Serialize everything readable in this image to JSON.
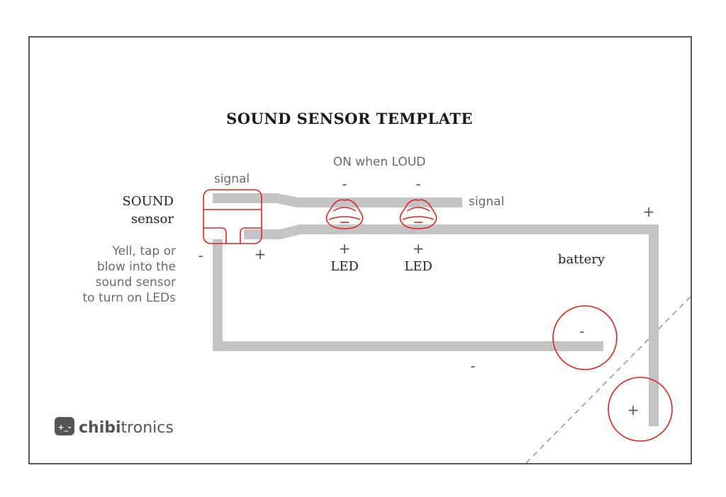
{
  "title": "SOUND SENSOR TEMPLATE",
  "on_when_loud": "ON when LOUD",
  "sensor": {
    "label_line1": "SOUND",
    "label_line2": "sensor",
    "signal_label": "signal",
    "minus": "-",
    "plus": "+",
    "instructions": [
      "Yell, tap or",
      "blow into the",
      "sound sensor",
      "to turn on LEDs"
    ]
  },
  "signal_right_label": "signal",
  "leds": [
    {
      "minus": "-",
      "plus": "+",
      "label": "LED"
    },
    {
      "minus": "-",
      "plus": "+",
      "label": "LED"
    }
  ],
  "battery": {
    "label": "battery",
    "plus_top": "+",
    "minus_circle": "-",
    "plus_circle": "+",
    "minus_trace": "-"
  },
  "logo": {
    "bold": "chibi",
    "regular": "tronics"
  },
  "colors": {
    "trace": "#c4c4c6",
    "outline": "#e2231a",
    "border": "#222222"
  }
}
